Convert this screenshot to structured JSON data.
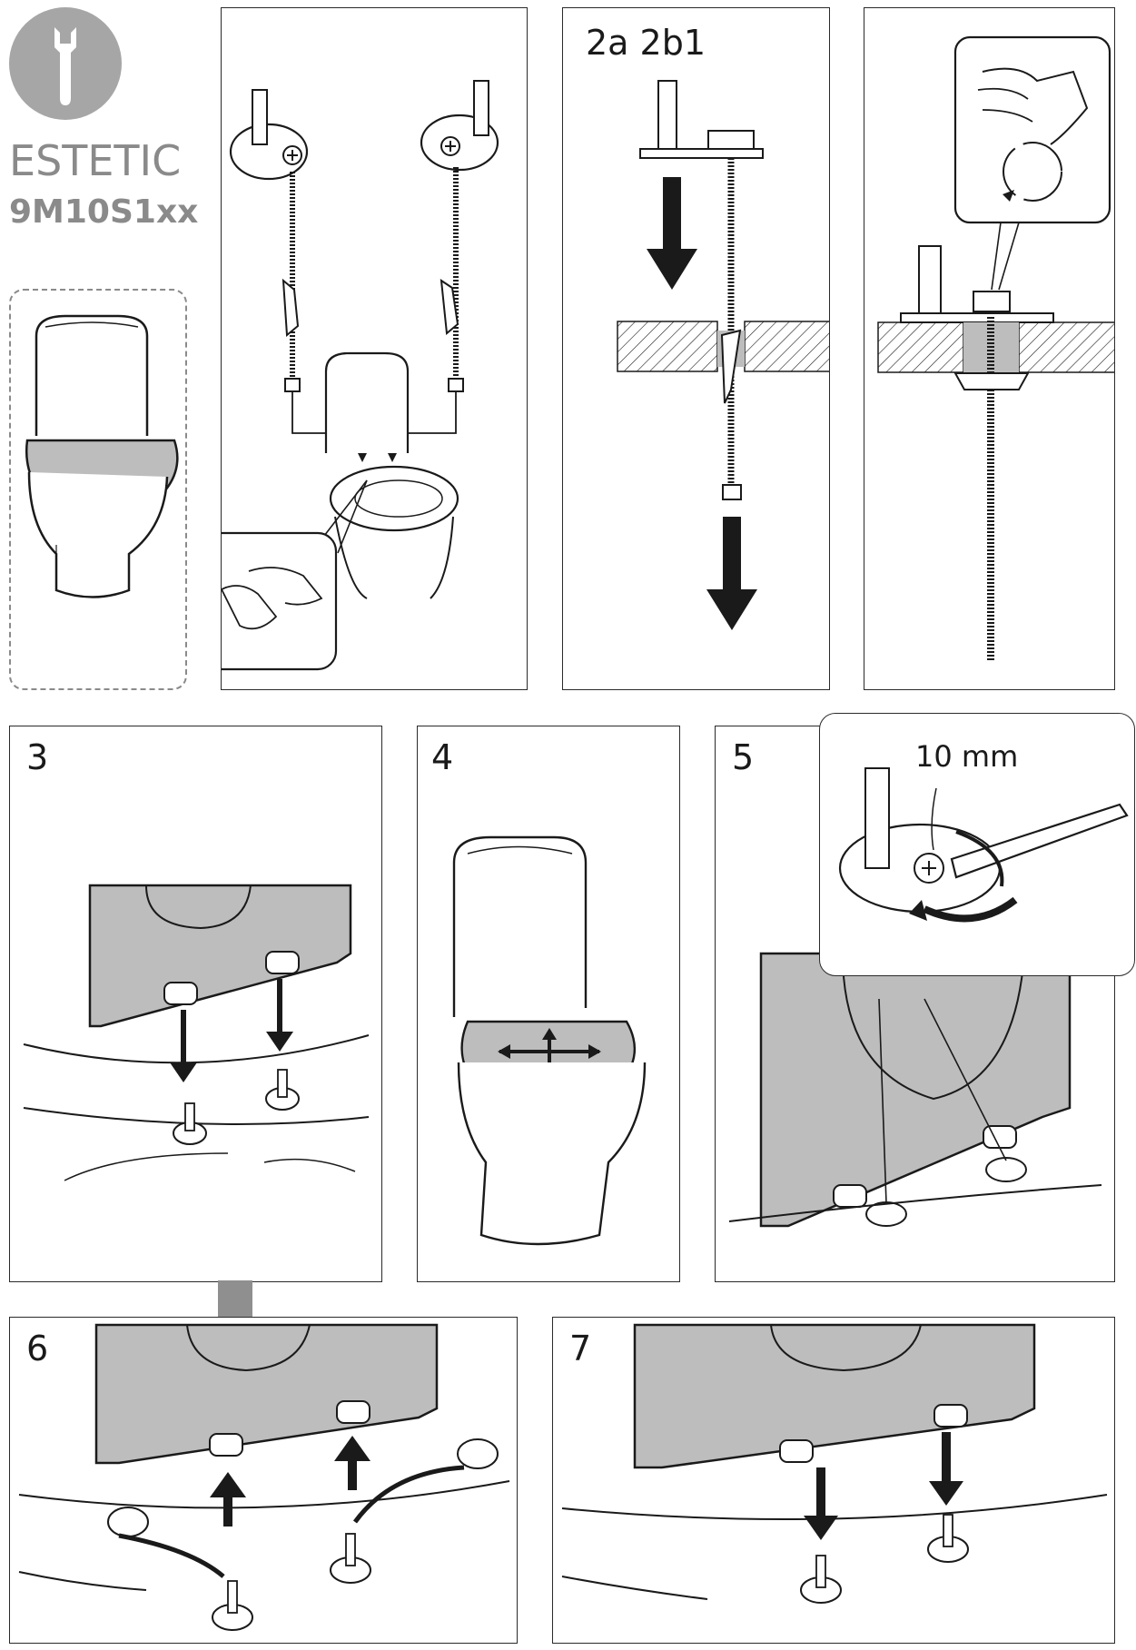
{
  "header": {
    "brand": "ESTETIC",
    "model": "9M10S1xx",
    "tool_icon": "wrench-icon"
  },
  "steps": {
    "step_2_label": "2a 2b1",
    "step_3_label": "3",
    "step_4_label": "4",
    "step_5_label": "5",
    "step_6_label": "6",
    "step_7_label": "7"
  },
  "callouts": {
    "wrench_size": "10 mm"
  },
  "colors": {
    "line": "#1a1a1a",
    "seat_gray": "#bdbdbd",
    "badge_gray": "#a6a6a6",
    "text_gray": "#8a8a8a",
    "connector_gray": "#8f8f8f"
  }
}
